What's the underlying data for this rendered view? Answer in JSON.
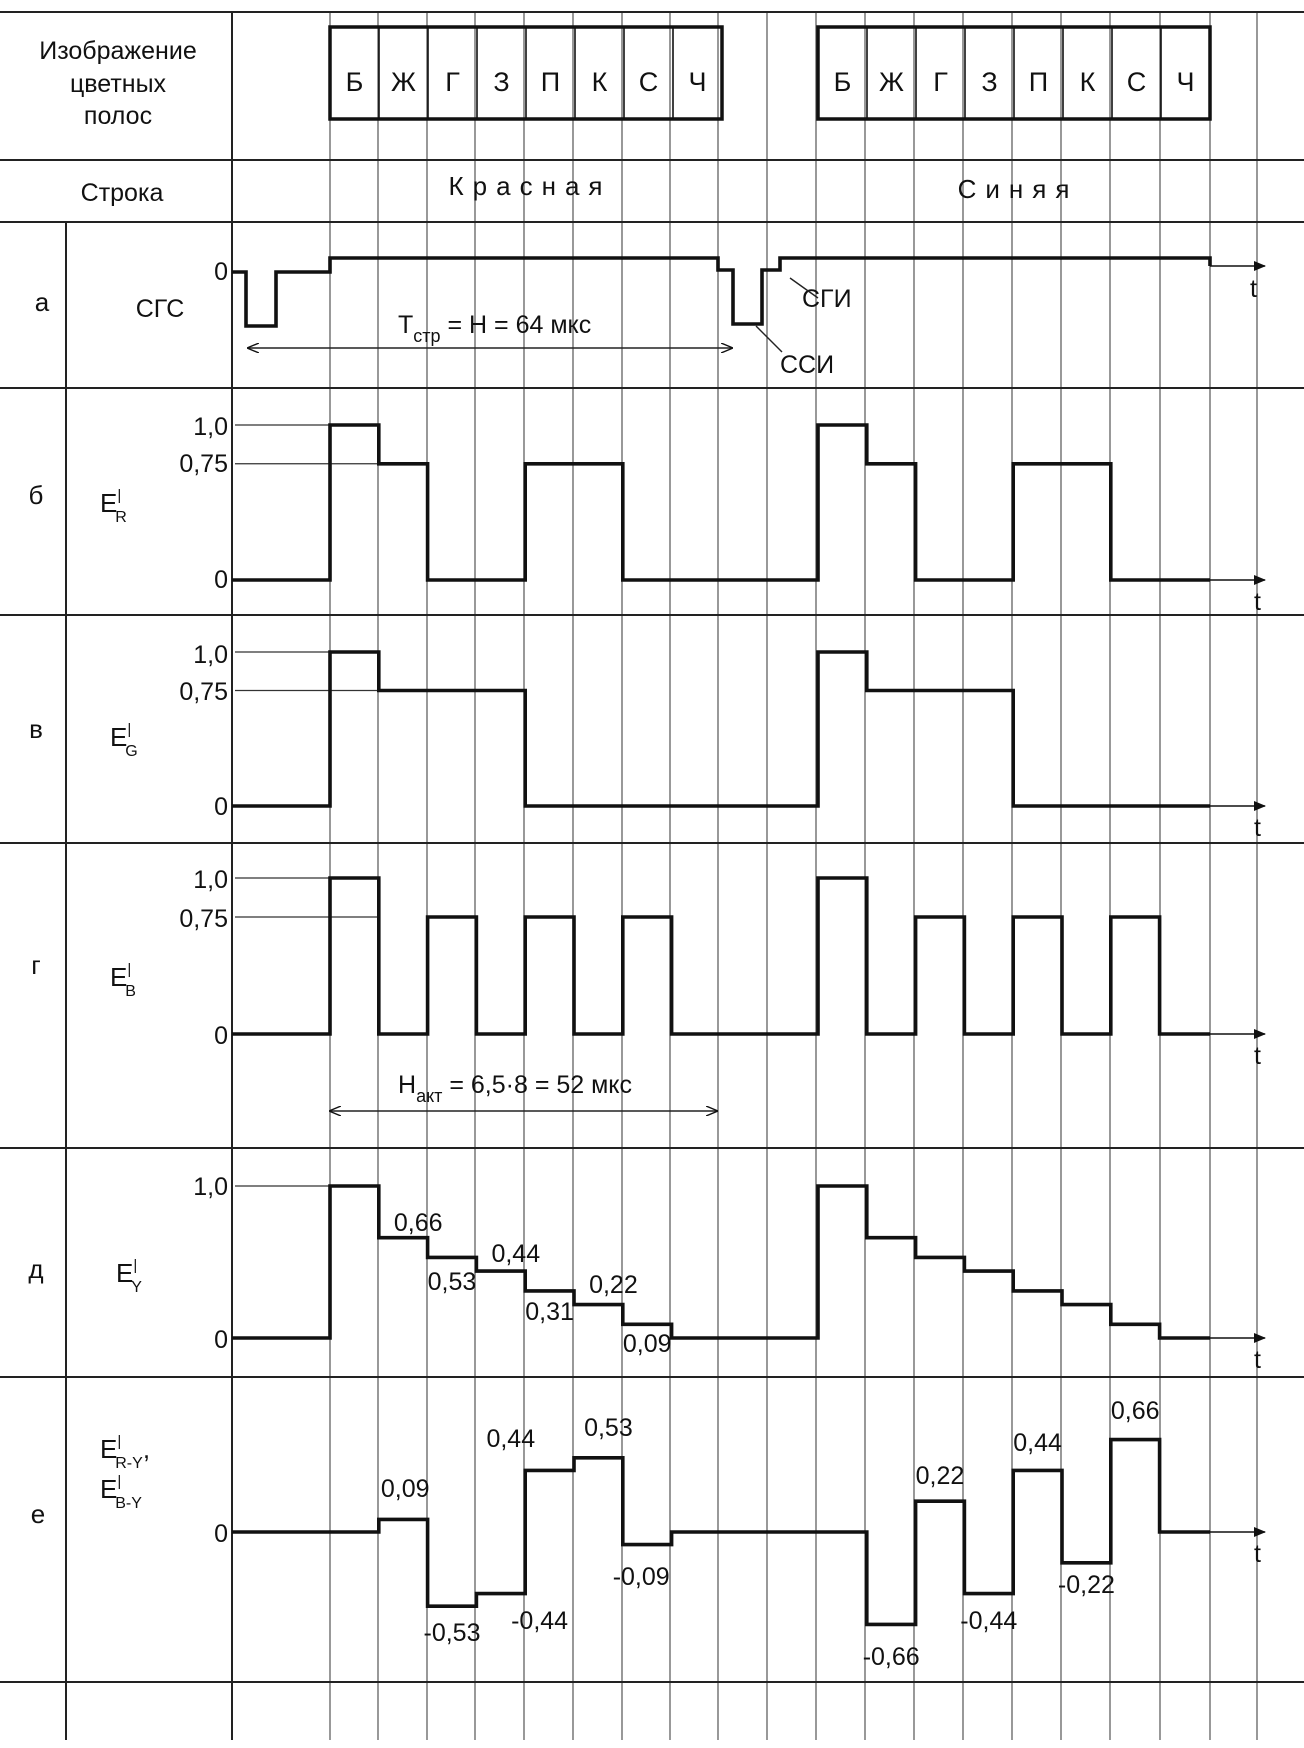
{
  "header": {
    "image_label": [
      "Изображение",
      "цветных",
      "полос"
    ],
    "row_label": "Строка",
    "bars": [
      "Б",
      "Ж",
      "Г",
      "З",
      "П",
      "К",
      "С",
      "Ч"
    ],
    "line_red": "Красная",
    "line_blue": "Синяя"
  },
  "axis_label": "t",
  "rows": [
    {
      "letter": "а",
      "signal": "СГС",
      "levels": [
        "0"
      ],
      "annotations": {
        "period": "Tстр = H = 64 мкс",
        "period_main": "T",
        "period_sub": "стр",
        "period_rest": " = H = 64 мкс",
        "sgi": "СГИ",
        "ssi": "ССИ"
      }
    },
    {
      "letter": "б",
      "signal": "E'R",
      "signal_main": "E",
      "signal_sub": "R",
      "levels": [
        "1,0",
        "0,75",
        "0"
      ]
    },
    {
      "letter": "в",
      "signal": "E'G",
      "signal_main": "E",
      "signal_sub": "G",
      "levels": [
        "1,0",
        "0,75",
        "0"
      ]
    },
    {
      "letter": "г",
      "signal": "E'B",
      "signal_main": "E",
      "signal_sub": "B",
      "levels": [
        "1,0",
        "0,75",
        "0"
      ],
      "annotations": {
        "active": "Hакт = 6,5·8 = 52 мкс",
        "active_main": "H",
        "active_sub": "акт",
        "active_rest": " = 6,5·8 = 52 мкс"
      }
    },
    {
      "letter": "д",
      "signal": "E'Y",
      "signal_main": "E",
      "signal_sub": "Y",
      "levels": [
        "1,0",
        "0"
      ],
      "value_labels": [
        "0,66",
        "0,53",
        "0,44",
        "0,31",
        "0,22",
        "0,09"
      ]
    },
    {
      "letter": "е",
      "signal": "E'R-Y, E'B-Y",
      "signal_lines": [
        {
          "main": "E",
          "sub": "R-Y",
          "tail": ","
        },
        {
          "main": "E",
          "sub": "B-Y",
          "tail": ""
        }
      ],
      "levels": [
        "0"
      ],
      "value_labels_red": [
        "0,09",
        "-0,53",
        "0,44",
        "-0,44",
        "0,53",
        "-0,09"
      ],
      "value_labels_blue": [
        "-0,66",
        "0,22",
        "-0,44",
        "0,44",
        "-0,22",
        "0,66"
      ]
    }
  ],
  "chart_data": [
    {
      "type": "line",
      "signal": "E'R",
      "series": [
        {
          "name": "Красная",
          "values": [
            1.0,
            0.75,
            0,
            0,
            0.75,
            0.75,
            0,
            0
          ]
        },
        {
          "name": "Синяя",
          "values": [
            1.0,
            0.75,
            0,
            0,
            0.75,
            0.75,
            0,
            0
          ]
        }
      ],
      "categories": [
        "Б",
        "Ж",
        "Г",
        "З",
        "П",
        "К",
        "С",
        "Ч"
      ]
    },
    {
      "type": "line",
      "signal": "E'G",
      "series": [
        {
          "name": "Красная",
          "values": [
            1.0,
            0.75,
            0.75,
            0.75,
            0,
            0,
            0,
            0
          ]
        },
        {
          "name": "Синяя",
          "values": [
            1.0,
            0.75,
            0.75,
            0.75,
            0,
            0,
            0,
            0
          ]
        }
      ],
      "categories": [
        "Б",
        "Ж",
        "Г",
        "З",
        "П",
        "К",
        "С",
        "Ч"
      ]
    },
    {
      "type": "line",
      "signal": "E'B",
      "series": [
        {
          "name": "Красная",
          "values": [
            1.0,
            0,
            0.75,
            0,
            0.75,
            0,
            0.75,
            0
          ]
        },
        {
          "name": "Синяя",
          "values": [
            1.0,
            0,
            0.75,
            0,
            0.75,
            0,
            0.75,
            0
          ]
        }
      ],
      "categories": [
        "Б",
        "Ж",
        "Г",
        "З",
        "П",
        "К",
        "С",
        "Ч"
      ]
    },
    {
      "type": "line",
      "signal": "E'Y",
      "series": [
        {
          "name": "Красная",
          "values": [
            1.0,
            0.66,
            0.53,
            0.44,
            0.31,
            0.22,
            0.09,
            0
          ]
        },
        {
          "name": "Синяя",
          "values": [
            1.0,
            0.66,
            0.53,
            0.44,
            0.31,
            0.22,
            0.09,
            0
          ]
        }
      ],
      "categories": [
        "Б",
        "Ж",
        "Г",
        "З",
        "П",
        "К",
        "С",
        "Ч"
      ]
    },
    {
      "type": "line",
      "signal": "E'R-Y, E'B-Y",
      "series": [
        {
          "name": "Красная",
          "values": [
            0,
            0.09,
            -0.53,
            -0.44,
            0.44,
            0.53,
            -0.09,
            0
          ]
        },
        {
          "name": "Синяя",
          "values": [
            0,
            -0.66,
            0.22,
            -0.44,
            0.44,
            -0.22,
            0.66,
            0
          ]
        }
      ],
      "categories": [
        "Б",
        "Ж",
        "Г",
        "З",
        "П",
        "К",
        "С",
        "Ч"
      ]
    }
  ]
}
